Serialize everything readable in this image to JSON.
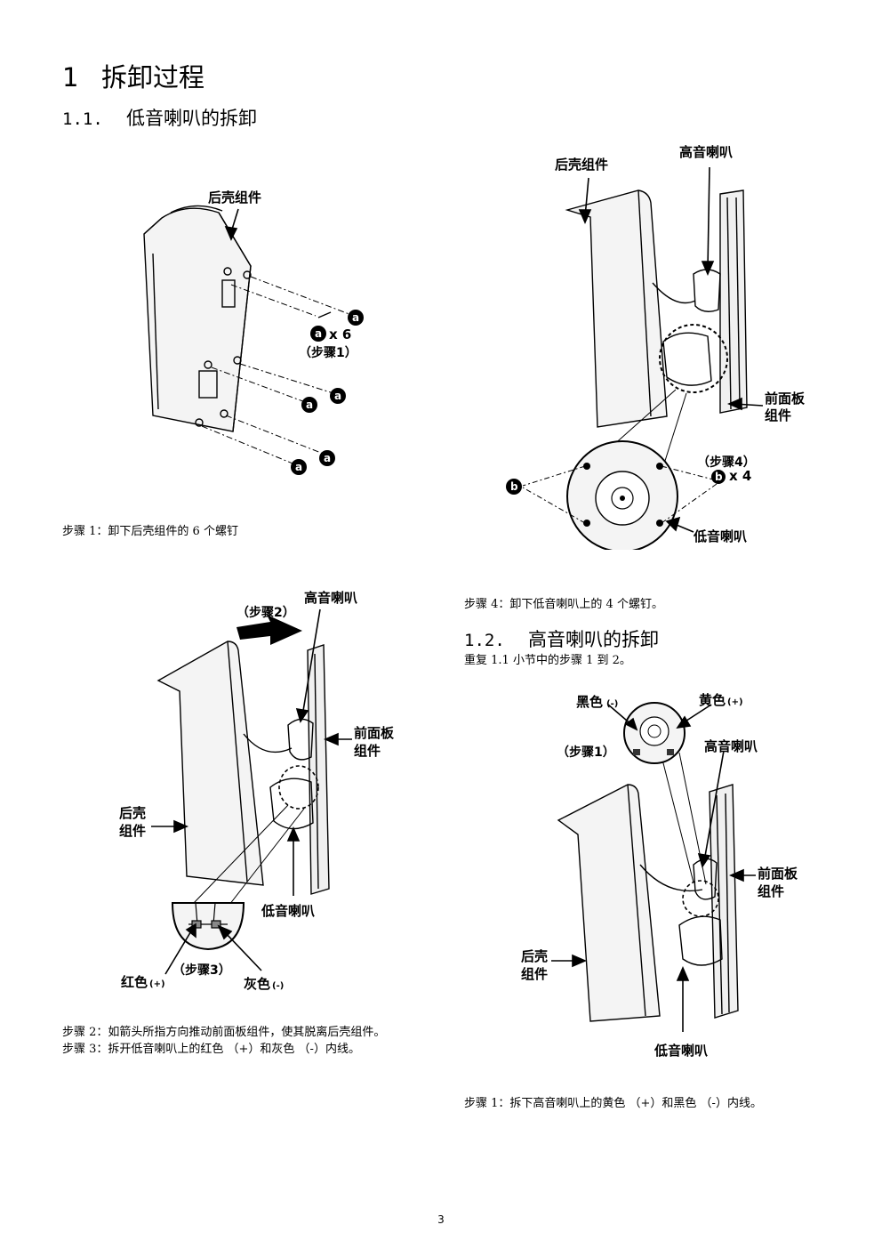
{
  "heading1": {
    "number": "1",
    "title": "拆卸过程"
  },
  "section_1_1": {
    "number": "1.1.",
    "title": "低音喇叭的拆卸"
  },
  "section_1_2": {
    "number": "1.2.",
    "title": "高音喇叭的拆卸",
    "intro": "重复 1.1 小节中的步骤 1 到 2。"
  },
  "fig1": {
    "label_back_case": "后壳组件",
    "marker_a": "a",
    "count_a": "x 6",
    "step": "（步骤1）"
  },
  "fig2": {
    "label_back_case": "后壳组件",
    "label_tweeter": "高音喇叭",
    "label_front_panel_1": "前面板",
    "label_front_panel_2": "组件",
    "step": "（步骤4）",
    "marker_b": "b",
    "count_b": "x 4",
    "label_woofer": "低音喇叭"
  },
  "fig3": {
    "step2": "（步骤2）",
    "label_tweeter": "高音喇叭",
    "label_front_panel_1": "前面板",
    "label_front_panel_2": "组件",
    "label_back_case_1": "后壳",
    "label_back_case_2": "组件",
    "label_woofer": "低音喇叭",
    "label_red": "红色",
    "label_red_sign": "(+)",
    "step3": "（步骤3）",
    "label_gray": "灰色",
    "label_gray_sign": "(-)"
  },
  "fig4": {
    "label_black": "黑色",
    "label_black_sign": "(-)",
    "label_yellow": "黄色",
    "label_yellow_sign": "(+)",
    "step1": "（步骤1）",
    "label_tweeter": "高音喇叭",
    "label_front_panel_1": "前面板",
    "label_front_panel_2": "组件",
    "label_back_case_1": "后壳",
    "label_back_case_2": "组件",
    "label_woofer": "低音喇叭"
  },
  "captions": {
    "step1": "步骤 1：卸下后壳组件的 6 个螺钉",
    "step4": "步骤 4：卸下低音喇叭上的 4 个螺钉。",
    "step2": "步骤 2：如箭头所指方向推动前面板组件，使其脱离后壳组件。",
    "step3": "步骤 3：拆开低音喇叭上的红色 （+）和灰色 （-）内线。",
    "tweeter_step1": "步骤 1：拆下高音喇叭上的黄色 （+）和黑色 （-）内线。"
  },
  "page_number": "3"
}
